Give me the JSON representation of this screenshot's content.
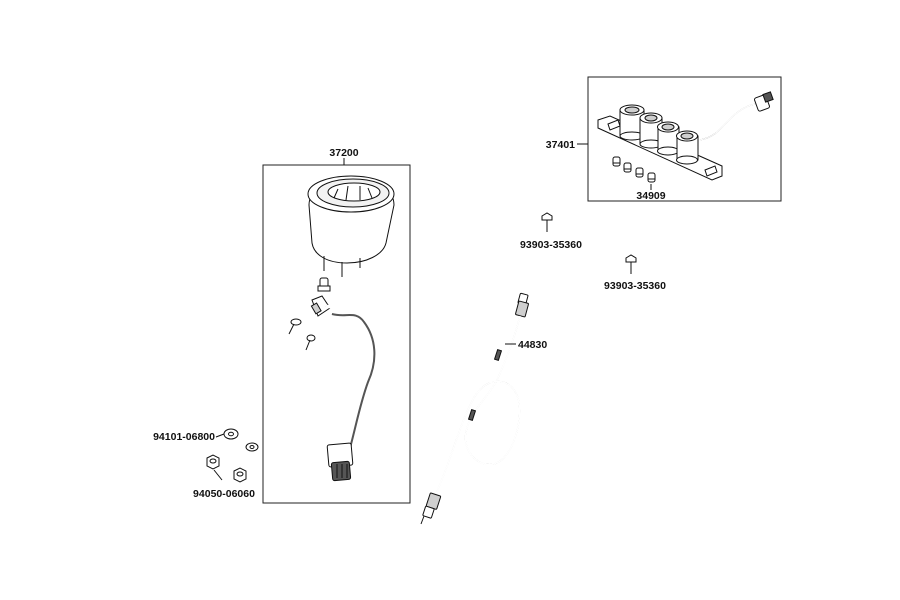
{
  "diagram": {
    "labels": {
      "speedometer": "37200",
      "indicator_lamp": "37401",
      "bulb": "34909",
      "screw_a": "93903-35360",
      "screw_b": "93903-35360",
      "speedo_cable": "44830",
      "washer": "94101-06800",
      "nut": "94050-06060"
    }
  },
  "colors": {
    "line": "#111111",
    "fill_light": "#f2f2f2",
    "fill_mid": "#cfcfcf",
    "fill_dark": "#555555"
  }
}
